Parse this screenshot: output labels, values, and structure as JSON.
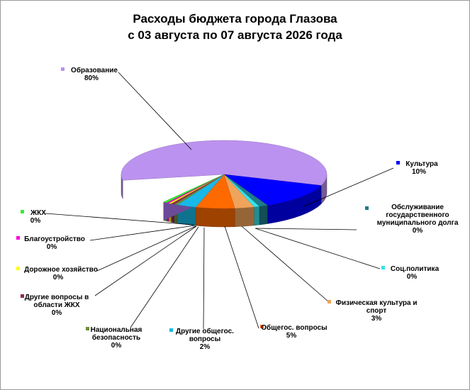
{
  "chart_data": {
    "type": "pie",
    "title_line1": "Расходы бюджета города Глазова",
    "title_line2": "с 03 августа по 07 августа 2026 года",
    "slices": [
      {
        "label": "Образование",
        "value": 80,
        "value_text": "80%",
        "color": "#bb92ef"
      },
      {
        "label": "Культура",
        "value": 10,
        "value_text": "10%",
        "color": "#0000ff"
      },
      {
        "label": "Обслуживание государственного муниципального долга",
        "value": 0,
        "value_text": "0%",
        "color": "#1f7c8a"
      },
      {
        "label": "Соц.политика",
        "value": 0,
        "value_text": "0%",
        "color": "#33e3ee"
      },
      {
        "label": "Физическая культура и спорт",
        "value": 3,
        "value_text": "3%",
        "color": "#f0a35a"
      },
      {
        "label": "Общегос. вопросы",
        "value": 5,
        "value_text": "5%",
        "color": "#ff6a00"
      },
      {
        "label": "Другие общегос. вопросы",
        "value": 2,
        "value_text": "2%",
        "color": "#18b9e8"
      },
      {
        "label": "Национальная безопасность",
        "value": 0,
        "value_text": "0%",
        "color": "#6f8f3a"
      },
      {
        "label": "Другие вопросы в области ЖКХ",
        "value": 0,
        "value_text": "0%",
        "color": "#8e2a58"
      },
      {
        "label": "Дорожное хозяйство",
        "value": 0,
        "value_text": "0%",
        "color": "#ffff00"
      },
      {
        "label": "Благоустройство",
        "value": 0,
        "value_text": "0%",
        "color": "#ff00d4"
      },
      {
        "label": "ЖКХ",
        "value": 0,
        "value_text": "0%",
        "color": "#33ee33"
      }
    ]
  }
}
